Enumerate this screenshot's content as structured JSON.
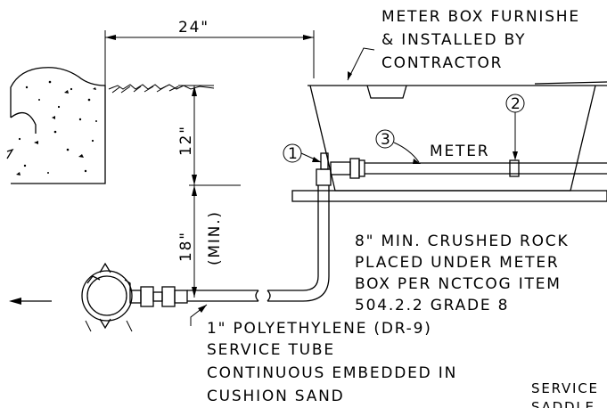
{
  "dims": {
    "width_24": "24\"",
    "depth_12": "12\"",
    "depth_18": "18\"",
    "min": "(MIN.)"
  },
  "notes": {
    "meter_box_1": "METER BOX FURNISHE",
    "meter_box_2": "& INSTALLED BY",
    "meter_box_3": "CONTRACTOR",
    "meter": "METER",
    "rock_1": "8\" MIN. CRUSHED ROCK",
    "rock_2": "PLACED UNDER METER",
    "rock_3": "BOX PER NCTCOG ITEM",
    "rock_4": "504.2.2 GRADE 8",
    "tube_1": "1\" POLYETHYLENE (DR-9)",
    "tube_2": "SERVICE TUBE",
    "tube_3": "CONTINUOUS EMBEDDED IN",
    "tube_4": "CUSHION SAND",
    "saddle_1": "SERVICE",
    "saddle_2": "SADDLE"
  },
  "callouts": {
    "c1": "1",
    "c2": "2",
    "c3": "3"
  }
}
